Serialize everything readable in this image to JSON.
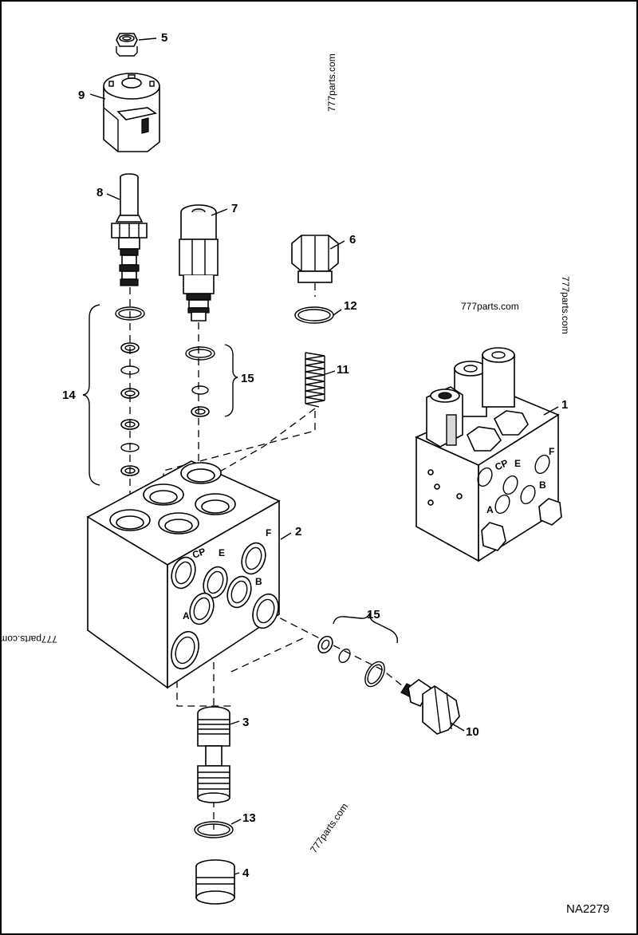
{
  "diagram_code": "NA2279",
  "watermarks": [
    "777parts.com",
    "777parts.com",
    "777parts.com",
    "777parts.com",
    "777parts.com"
  ],
  "callouts": {
    "c1": "1",
    "c2": "2",
    "c3": "3",
    "c4": "4",
    "c5": "5",
    "c6": "6",
    "c7": "7",
    "c8": "8",
    "c9": "9",
    "c10": "10",
    "c11": "11",
    "c12": "12",
    "c13": "13",
    "c14": "14",
    "c15a": "15",
    "c15b": "15"
  },
  "port_labels": {
    "cp": "CP",
    "e": "E",
    "f": "F",
    "a": "A",
    "b": "B",
    "cp_small": "CP",
    "e_small": "E",
    "f_small": "F",
    "a_small": "A",
    "b_small": "B"
  }
}
